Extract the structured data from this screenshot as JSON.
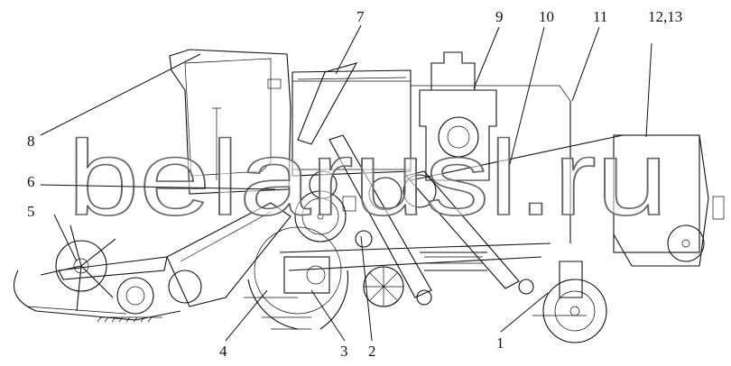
{
  "figure": {
    "callouts": [
      {
        "id": "1",
        "text": "1"
      },
      {
        "id": "2",
        "text": "2"
      },
      {
        "id": "3",
        "text": "3"
      },
      {
        "id": "4",
        "text": "4"
      },
      {
        "id": "5",
        "text": "5"
      },
      {
        "id": "6",
        "text": "6"
      },
      {
        "id": "7",
        "text": "7"
      },
      {
        "id": "8",
        "text": "8"
      },
      {
        "id": "9",
        "text": "9"
      },
      {
        "id": "10",
        "text": "10"
      },
      {
        "id": "11",
        "text": "11"
      },
      {
        "id": "12_13",
        "text": "12,13"
      }
    ],
    "watermark": "belarusl.ru",
    "line_color": "#111111",
    "watermark_color": "#666666"
  }
}
